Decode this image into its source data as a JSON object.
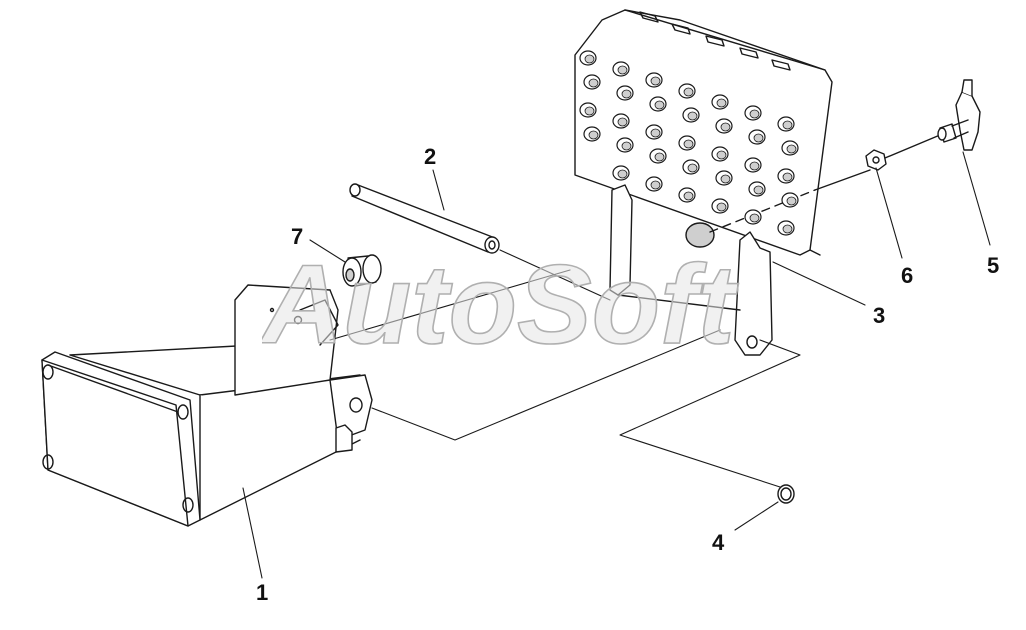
{
  "diagram": {
    "callouts": [
      "1",
      "2",
      "3",
      "4",
      "5",
      "6",
      "7"
    ],
    "watermark": "AutoSoft"
  },
  "colors": {
    "line": "#1a1a1a",
    "fill": "#ffffff",
    "hole_shade": "#cfcfcf",
    "watermark": "#e6e6e6",
    "watermark_outline": "#b0b0b0"
  }
}
